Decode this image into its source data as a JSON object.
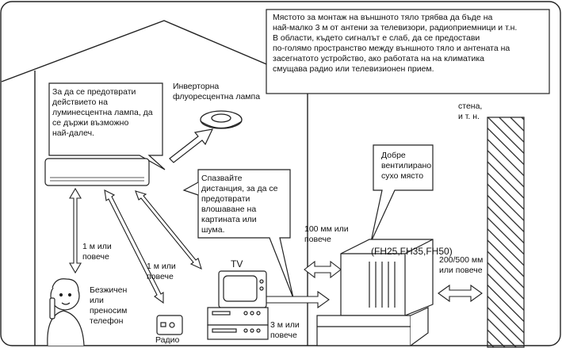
{
  "notes": {
    "placement_rule": "Мястото за монтаж на външното тяло трябва да бъде на\nнай-малко 3 м от антени за телевизори, радиоприемници и т.н.\nВ области, където сигналът е слаб, да се предостави\nпо-голямо пространство между външното тяло и антената на\nзасегнатото устройство, ако работата на на климатика\nсмущава радио или телевизионен прием.",
    "lamp_warning": "За да се предотврати\nдействието на\nлуминесцентна лампа, да\nсе държи възможно\nнай-далеч.",
    "tv_warning": "Спазвайте\nдистанция, за да се\nпредотврати\nвлошаване на\nкартината или\nшума.",
    "dry_place": "Добре\nвентилирано\nсухо място"
  },
  "labels": {
    "inverter_lamp": "Инверторна\nфлуоресцентна лампа",
    "wall": "стена,\nи т. н.",
    "models": "(FH25,FH35,FH50)",
    "dist_indoor_down": "1 м или\nповече",
    "dist_indoor_radio": "1 м или\nповече",
    "dist_outdoor_wall_left": "100 мм или\nповече",
    "dist_outdoor_wall_right": "200/500 мм\nили повече",
    "dist_outdoor_antenna": "3 м или\nповече",
    "tv": "TV",
    "cordless_phone": "Безжичен\nили\nпреносим\nтелефон",
    "radio": "Радио"
  }
}
